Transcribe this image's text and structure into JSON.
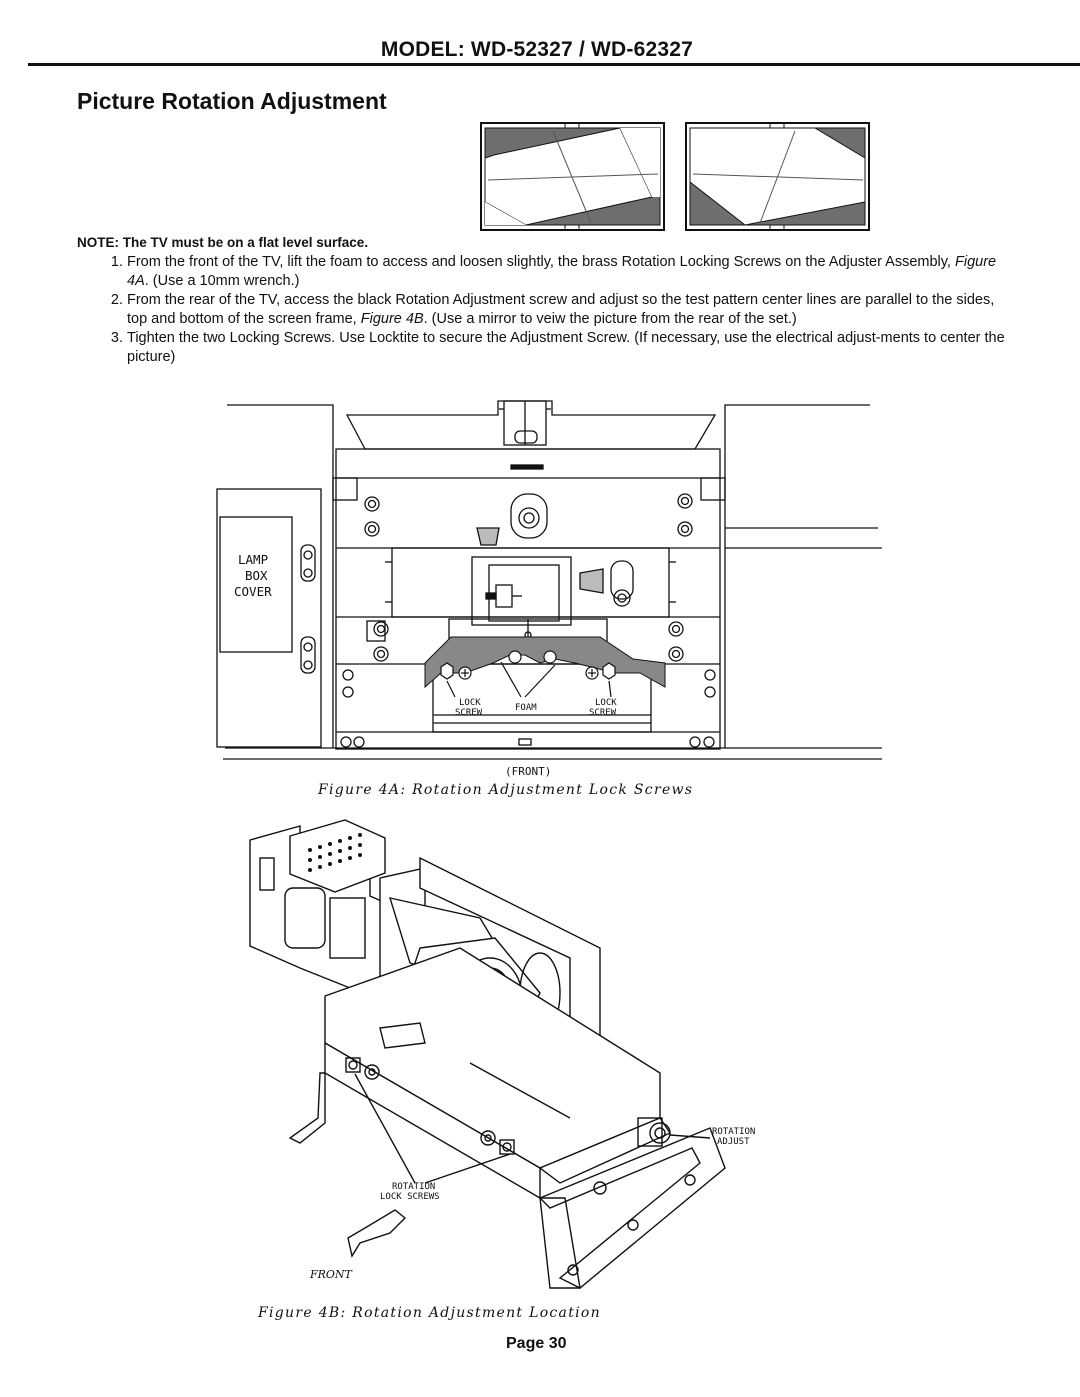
{
  "header": {
    "title": "MODEL: WD-52327 / WD-62327"
  },
  "page_title": "Picture  Rotation  Adjustment",
  "note": "NOTE: The TV must be on a flat level surface.",
  "steps": [
    {
      "parts": [
        "From the front of the TV, lift the foam to access and loosen slightly, the brass Rotation Locking Screws on the Adjuster Assembly, ",
        "Figure 4A",
        ".  (Use a 10mm wrench.)"
      ]
    },
    {
      "parts": [
        "From the rear of the TV, access the black Rotation Adjustment screw and adjust so the test pattern center lines are parallel to the sides, top and bottom of the screen frame, ",
        "Figure 4B",
        ".  (Use a mirror to veiw the picture from the rear of the set.)"
      ]
    },
    {
      "parts": [
        "Tighten the two Locking Screws.  Use Locktite to secure the Adjustment Screw.  (If necessary, use the electrical adjust-ments to center the picture)"
      ]
    }
  ],
  "figure_4a": {
    "lamp_box_label": [
      "LAMP",
      "BOX",
      "COVER"
    ],
    "lock_screw_label": [
      "LOCK",
      "SCREW"
    ],
    "foam_label": "FOAM",
    "front_label": "(FRONT)",
    "caption": "Figure 4A: Rotation Adjustment Lock Screws"
  },
  "figure_4b": {
    "rotation_adjust_label": [
      "ROTATION",
      "ADJUST"
    ],
    "rotation_lock_label": [
      "ROTATION",
      "LOCK SCREWS"
    ],
    "front_label": "FRONT",
    "caption": "Figure 4B: Rotation Adjustment Location"
  },
  "footer": {
    "page": "Page 30"
  }
}
